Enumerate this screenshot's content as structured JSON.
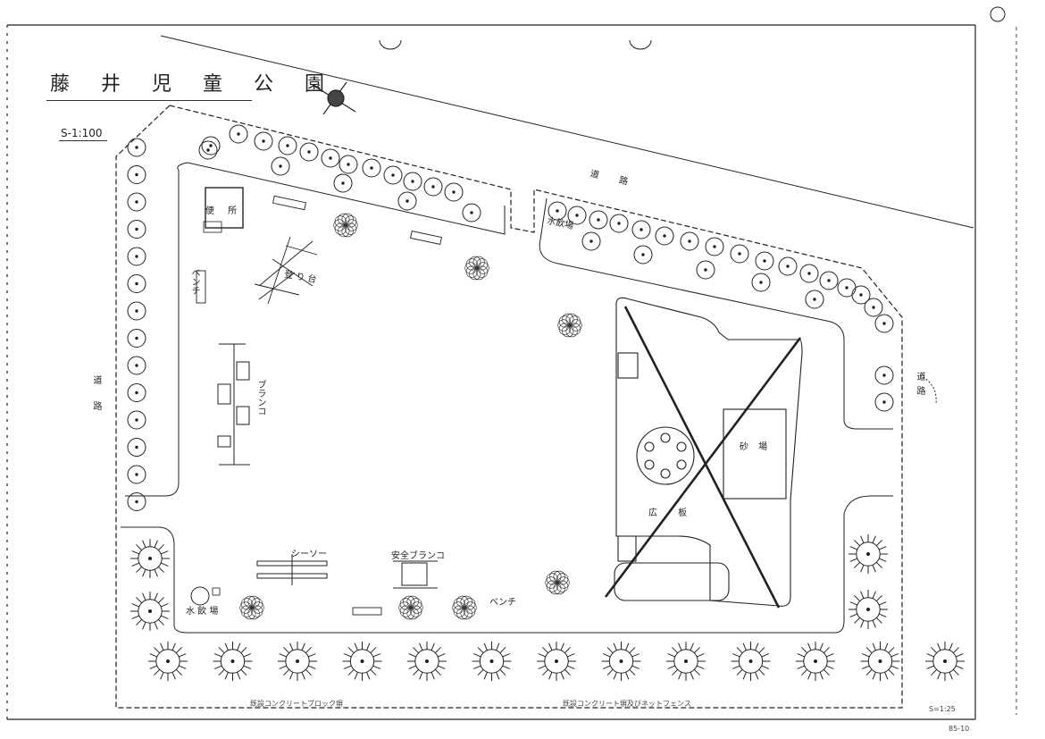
{
  "title": "藤 井 児 童 公 園",
  "scale": "S-1:100",
  "labels": {
    "toilet": "便 所",
    "rokudai": "登 り 台",
    "bench_left": "ベンチ",
    "swing": "ブランコ",
    "road_top": "道 路",
    "road_left": "道 路",
    "road_right": "道路",
    "suidou_top": "水飲場",
    "suidou_bottom": "水 飲 場",
    "sunaba": "砂 場",
    "hiroba": "広 板",
    "seesaw": "シーソー",
    "safety_swing": "安全ブランコ",
    "bench_bottom": "ベンチ"
  },
  "notes": {
    "bottom_left": "既設コンクリートブロック塀",
    "bottom_center": "既設コンクリート塀及びネットフェンス",
    "bottom_right": "S=1:25",
    "corner": "85-10"
  },
  "colors": {
    "ink": "#222222",
    "paper": "#ffffff"
  }
}
